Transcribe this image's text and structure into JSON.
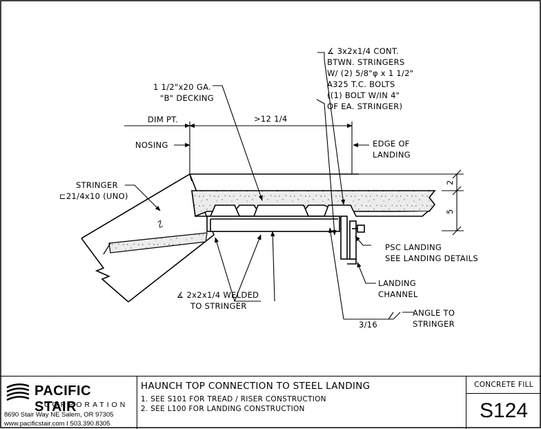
{
  "drawing": {
    "labels": {
      "decking": [
        "1 1/2\"x20 GA.",
        "\"B\" DECKING"
      ],
      "angle_cont": [
        "∡ 3x2x1/4 CONT.",
        "BTWN. STRINGERS",
        "W/ (2) 5/8\"φ x 1 1/2\"",
        "A325 T.C. BOLTS",
        "((1) BOLT W/IN 4\"",
        "OF EA. STRINGER)"
      ],
      "dim_pt": "DIM PT.",
      "dim_value": ">12 1/4",
      "nosing": "NOSING",
      "edge_of_landing": [
        "EDGE OF",
        "LANDING"
      ],
      "stringer": [
        "STRINGER",
        "⊏21/4x10 (UNO)"
      ],
      "dim_2": "2",
      "dim_5": "5",
      "psc_landing": [
        "PSC LANDING",
        "SEE LANDING DETAILS"
      ],
      "landing_channel": [
        "LANDING",
        "CHANNEL"
      ],
      "angle_welded": [
        "∡ 2x2x1/4 WELDED",
        "TO STRINGER"
      ],
      "weld_size": "3/16",
      "angle_to_stringer": [
        "ANGLE TO",
        "STRINGER"
      ]
    }
  },
  "title_block": {
    "company": "PACIFIC STAIR",
    "corporation": "CORPORATION",
    "address": "8690 Stair Way NE Salem, OR 97305",
    "web_phone": "www.pacificstair.com  I  503.390.8305",
    "title": "HAUNCH TOP CONNECTION TO STEEL LANDING",
    "notes": [
      "1. SEE S101 FOR TREAD / RISER CONSTRUCTION",
      "2. SEE L100 FOR LANDING CONSTRUCTION"
    ],
    "category": "CONCRETE FILL",
    "sheet": "S124"
  }
}
